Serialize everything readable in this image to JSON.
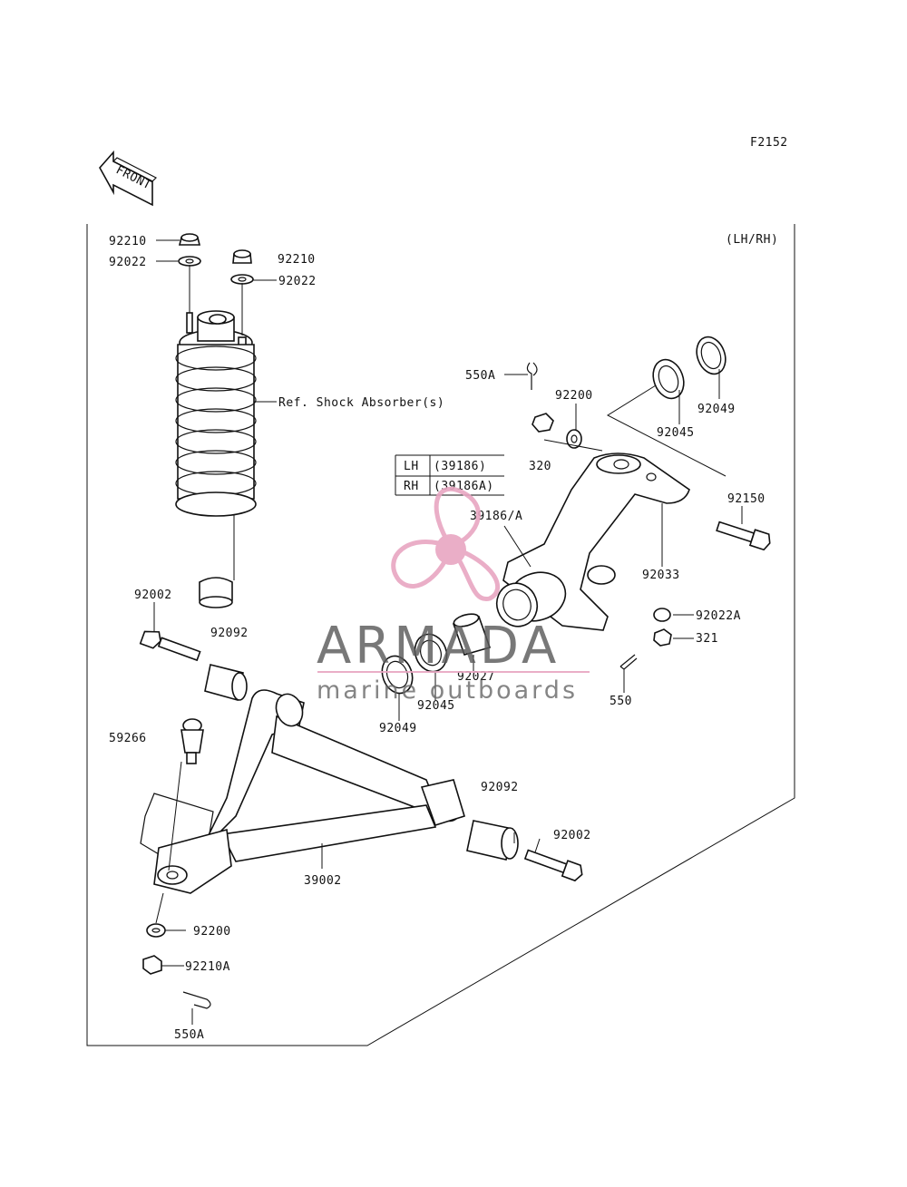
{
  "figure_code": "F2152",
  "side_note": "(LH/RH)",
  "front_arrow_text": "FRONT",
  "callout_table": [
    {
      "side": "LH",
      "part": "(39186)"
    },
    {
      "side": "RH",
      "part": "(39186A)"
    }
  ],
  "labels": {
    "p92210_left": "92210",
    "p92022_left": "92022",
    "p92210_right": "92210",
    "p92022_right": "92022",
    "ref_shock": "Ref. Shock Absorber(s)",
    "p550A_top": "550A",
    "p92200_top": "92200",
    "p92045_top": "92045",
    "p92049_top": "92049",
    "p320": "320",
    "p39186A": "39186/A",
    "p92150": "92150",
    "p92033": "92033",
    "p92022A": "92022A",
    "p321": "321",
    "p550": "550",
    "p92002_top": "92002",
    "p92092_top": "92092",
    "p92027": "92027",
    "p92045_bottom": "92045",
    "p92049_bottom": "92049",
    "p59266": "59266",
    "p92092_bottom": "92092",
    "p92002_bottom": "92002",
    "p39002": "39002",
    "p92200_bottom": "92200",
    "p92210A": "92210A",
    "p550A_bottom": "550A"
  },
  "watermark": {
    "brand": "ARMADA",
    "tagline": "marine outboards",
    "color_accent": "#e8a6c2",
    "color_text": "#5a5a5a"
  }
}
